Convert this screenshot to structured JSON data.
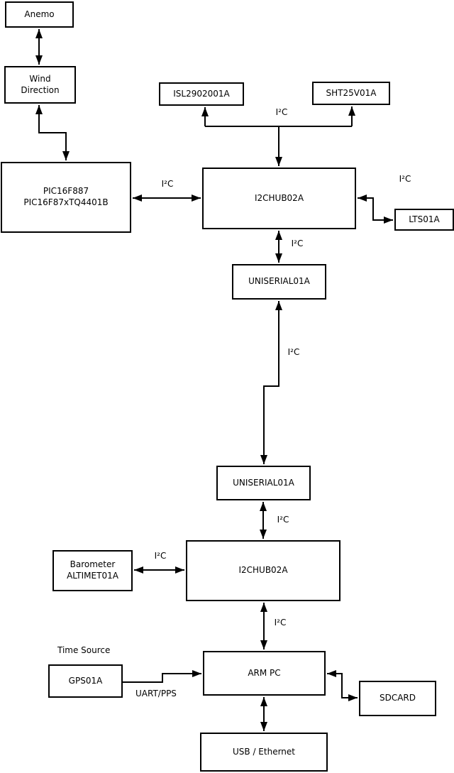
{
  "diagram_type": "block-diagram",
  "colors": {
    "background": "#ffffff",
    "line": "#000000",
    "box_border": "#000000",
    "text": "#000000"
  },
  "boxes": {
    "anemo": "Anemo",
    "wind_direction": "Wind\nDirection",
    "pic": "PIC16F887\nPIC16F87xTQ4401B",
    "isl": "ISL2902001A",
    "sht": "SHT25V01A",
    "hub1": "I2CHUB02A",
    "lts": "LTS01A",
    "uniserial1": "UNISERIAL01A",
    "uniserial2": "UNISERIAL01A",
    "hub2": "I2CHUB02A",
    "barometer": "Barometer\nALTIMET01A",
    "gps": "GPS01A",
    "arm_pc": "ARM PC",
    "sdcard": "SDCARD",
    "usb_ethernet": "USB / Ethernet"
  },
  "labels": {
    "bus_top": "I²C",
    "bus_pic_hub1": "I²C",
    "bus_hub1_lts": "I²C",
    "bus_hub1_uniserial1": "I²C",
    "bus_uniserial_link": "I²C",
    "bus_uniserial2_hub2": "I²C",
    "bus_barometer_hub2": "I²C",
    "bus_hub2_armpc": "I²C",
    "time_source": "Time Source",
    "uart_pps": "UART/PPS"
  },
  "connections": [
    {
      "from": "Anemo",
      "to": "Wind Direction",
      "bidirectional": true
    },
    {
      "from": "Wind Direction",
      "to": "PIC16F887 PIC16F87xTQ4401B",
      "bidirectional": true
    },
    {
      "from": "PIC16F887 PIC16F87xTQ4401B",
      "to": "I2CHUB02A (top)",
      "label": "I²C",
      "bidirectional": true
    },
    {
      "from": "I2CHUB02A (top)",
      "to": "ISL2902001A",
      "label": "I²C",
      "bidirectional": false
    },
    {
      "from": "I2CHUB02A (top)",
      "to": "SHT25V01A",
      "label": "I²C",
      "bidirectional": false
    },
    {
      "from": "I2CHUB02A (top)",
      "to": "LTS01A",
      "label": "I²C",
      "bidirectional": true
    },
    {
      "from": "I2CHUB02A (top)",
      "to": "UNISERIAL01A (upper)",
      "label": "I²C",
      "bidirectional": true
    },
    {
      "from": "UNISERIAL01A (upper)",
      "to": "UNISERIAL01A (lower)",
      "label": "I²C",
      "bidirectional": true
    },
    {
      "from": "UNISERIAL01A (lower)",
      "to": "I2CHUB02A (bottom)",
      "label": "I²C",
      "bidirectional": true
    },
    {
      "from": "Barometer ALTIMET01A",
      "to": "I2CHUB02A (bottom)",
      "label": "I²C",
      "bidirectional": true
    },
    {
      "from": "I2CHUB02A (bottom)",
      "to": "ARM PC",
      "label": "I²C",
      "bidirectional": true
    },
    {
      "from": "GPS01A",
      "to": "ARM PC",
      "label": "UART/PPS",
      "bidirectional": false
    },
    {
      "from": "ARM PC",
      "to": "SDCARD",
      "bidirectional": true
    },
    {
      "from": "ARM PC",
      "to": "USB / Ethernet",
      "bidirectional": true
    }
  ]
}
